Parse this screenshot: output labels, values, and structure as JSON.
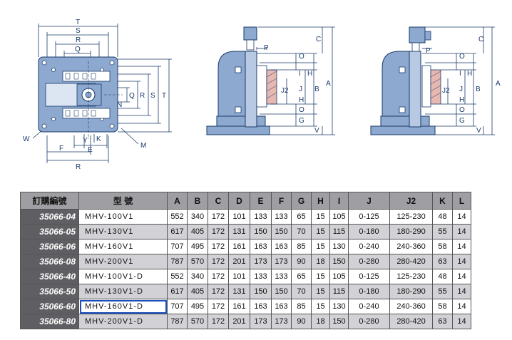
{
  "drawing_labels": {
    "top_view": [
      "T",
      "S",
      "R",
      "Q",
      "N",
      "Q",
      "R",
      "S",
      "T",
      "W",
      "Y",
      "K",
      "F",
      "E",
      "R",
      "M"
    ],
    "side_view_1": [
      "P",
      "O",
      "I",
      "J2",
      "J",
      "O",
      "H",
      "G",
      "H",
      "B",
      "V",
      "C",
      "A"
    ],
    "side_view_2": [
      "P",
      "O",
      "I",
      "J2",
      "J",
      "O",
      "H",
      "G",
      "H",
      "B",
      "V",
      "C",
      "A"
    ]
  },
  "table": {
    "headers": [
      "訂購編號",
      "型  號",
      "A",
      "B",
      "C",
      "D",
      "E",
      "F",
      "G",
      "H",
      "I",
      "J",
      "J2",
      "K",
      "L"
    ],
    "rows": [
      {
        "code": "35066-04",
        "model": "MHV-100V1",
        "vals": [
          "552",
          "340",
          "172",
          "101",
          "133",
          "133",
          "65",
          "15",
          "105",
          "0-125",
          "125-230",
          "48",
          "14"
        ]
      },
      {
        "code": "35066-05",
        "model": "MHV-130V1",
        "vals": [
          "617",
          "405",
          "172",
          "131",
          "150",
          "150",
          "70",
          "15",
          "115",
          "0-180",
          "180-290",
          "55",
          "14"
        ]
      },
      {
        "code": "35066-06",
        "model": "MHV-160V1",
        "vals": [
          "707",
          "495",
          "172",
          "161",
          "163",
          "163",
          "85",
          "15",
          "130",
          "0-240",
          "240-360",
          "58",
          "14"
        ]
      },
      {
        "code": "35066-08",
        "model": "MHV-200V1",
        "vals": [
          "787",
          "570",
          "172",
          "201",
          "173",
          "173",
          "90",
          "18",
          "150",
          "0-280",
          "280-420",
          "63",
          "14"
        ]
      },
      {
        "code": "35066-40",
        "model": "MHV-100V1-D",
        "vals": [
          "552",
          "340",
          "172",
          "101",
          "133",
          "133",
          "65",
          "15",
          "105",
          "0-125",
          "125-230",
          "48",
          "14"
        ]
      },
      {
        "code": "35066-50",
        "model": "MHV-130V1-D",
        "vals": [
          "617",
          "405",
          "172",
          "131",
          "150",
          "150",
          "70",
          "15",
          "115",
          "0-180",
          "180-290",
          "55",
          "14"
        ]
      },
      {
        "code": "35066-60",
        "model": "MHV-160V1-D",
        "vals": [
          "707",
          "495",
          "172",
          "161",
          "163",
          "163",
          "85",
          "15",
          "130",
          "0-240",
          "240-360",
          "58",
          "14"
        ]
      },
      {
        "code": "35066-80",
        "model": "MHV-200V1-D",
        "vals": [
          "787",
          "570",
          "172",
          "201",
          "173",
          "173",
          "90",
          "18",
          "150",
          "0-280",
          "280-420",
          "63",
          "14"
        ]
      }
    ]
  },
  "colors": {
    "machine_blue": "#8ea9cf",
    "dim_line": "#1a3a6a",
    "header_gray": "#9f9fa3",
    "code_dark": "#5f5f63",
    "row_alt": "#d2d2d6",
    "selected_outline": "#1a4fbf",
    "jaw_pink": "#e6b8b0"
  }
}
